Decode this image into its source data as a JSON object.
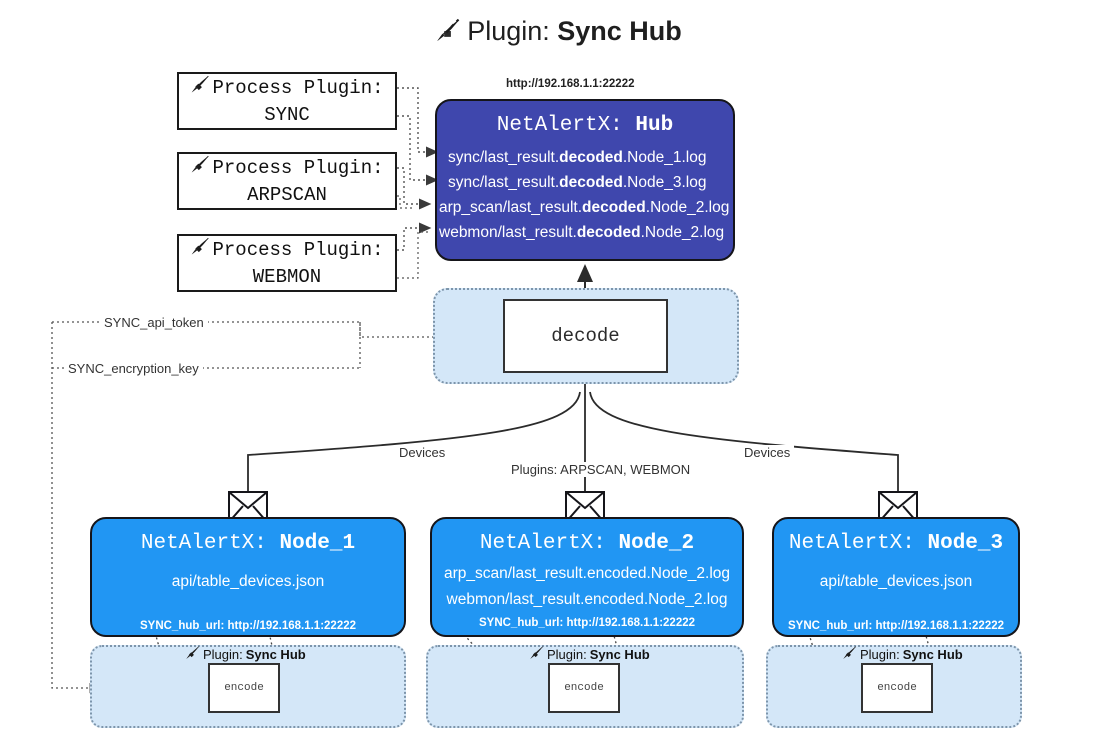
{
  "title": {
    "icon": "plug-icon",
    "prefix": "Plugin:",
    "name": "Sync Hub"
  },
  "process_plugins": [
    {
      "label": "Process Plugin:",
      "name": "SYNC",
      "icon": "plug-icon"
    },
    {
      "label": "Process Plugin:",
      "name": "ARPSCAN",
      "icon": "plug-icon"
    },
    {
      "label": "Process Plugin:",
      "name": "WEBMON",
      "icon": "plug-icon"
    }
  ],
  "hub": {
    "url_caption": "http://192.168.1.1:22222",
    "app": "NetAlertX:",
    "name": "Hub",
    "rows": [
      {
        "pre": "sync/last_result.",
        "mid": "decoded",
        "post": ".Node_1.log"
      },
      {
        "pre": "sync/last_result.",
        "mid": "decoded",
        "post": ".Node_3.log"
      },
      {
        "pre": "arp_scan/last_result.",
        "mid": "decoded",
        "post": ".Node_2.log"
      },
      {
        "pre": "webmon/last_result.",
        "mid": "decoded",
        "post": ".Node_2.log"
      }
    ]
  },
  "decode": {
    "label": "decode"
  },
  "secrets": [
    {
      "label": "SYNC_api_token"
    },
    {
      "label": "SYNC_encryption_key"
    }
  ],
  "edge_labels": {
    "devices_left": "Devices",
    "devices_right": "Devices",
    "plugins_mid": "Plugins: ARPSCAN, WEBMON"
  },
  "nodes": [
    {
      "app": "NetAlertX:",
      "name": "Node_1",
      "lines": [
        "api/table_devices.json"
      ],
      "foot": "SYNC_hub_url: http://192.168.1.1:22222",
      "mail_icon": "envelope-icon"
    },
    {
      "app": "NetAlertX:",
      "name": "Node_2",
      "lines": [
        "arp_scan/last_result.encoded.Node_2.log",
        "webmon/last_result.encoded.Node_2.log"
      ],
      "foot": "SYNC_hub_url: http://192.168.1.1:22222",
      "mail_icon": "envelope-icon"
    },
    {
      "app": "NetAlertX:",
      "name": "Node_3",
      "lines": [
        "api/table_devices.json"
      ],
      "foot": "SYNC_hub_url: http://192.168.1.1:22222",
      "mail_icon": "envelope-icon"
    }
  ],
  "encoders": [
    {
      "caption_prefix": "Plugin:",
      "caption_name": "Sync Hub",
      "box": "encode",
      "icon": "plug-icon"
    },
    {
      "caption_prefix": "Plugin:",
      "caption_name": "Sync Hub",
      "box": "encode",
      "icon": "plug-icon"
    },
    {
      "caption_prefix": "Plugin:",
      "caption_name": "Sync Hub",
      "box": "encode",
      "icon": "plug-icon"
    }
  ],
  "colors": {
    "hub": "#3f47ad",
    "node": "#2196f3",
    "panel": "#d4e7f8",
    "stroke": "#15151a",
    "text": "#222222"
  }
}
